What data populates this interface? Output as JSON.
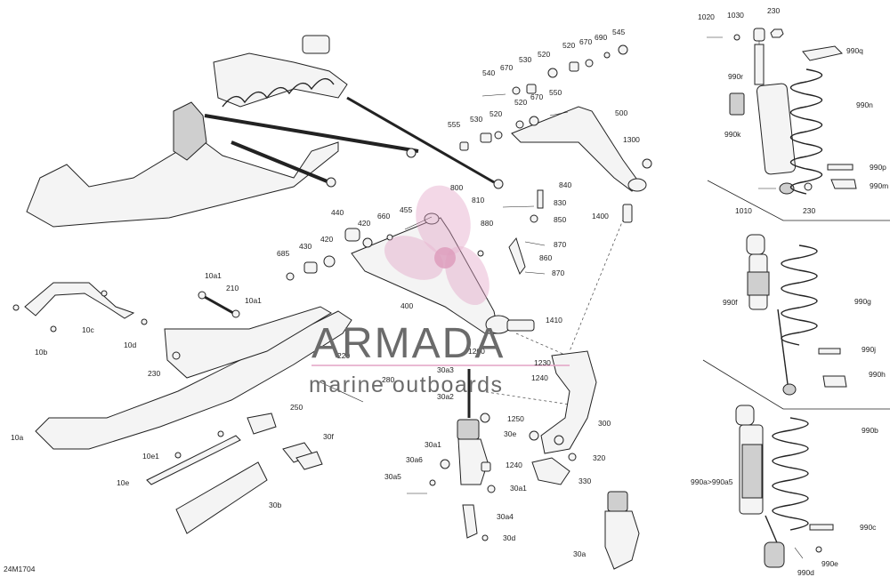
{
  "drawing_code": "24M1704",
  "watermark": {
    "brand": "ARMADA",
    "tagline": "marine outboards",
    "accent_color": "#e3a3c4",
    "text_color": "#6b6b6b"
  },
  "callouts": {
    "c1020": "1020",
    "c1030": "1030",
    "c230a": "230",
    "c990q": "990q",
    "c990r": "990r",
    "c990n": "990n",
    "c990k": "990k",
    "c990p": "990p",
    "c990m": "990m",
    "c1010": "1010",
    "c230b": "230",
    "c990f": "990f",
    "c990g": "990g",
    "c990j": "990j",
    "c990h": "990h",
    "c990b": "990b",
    "c990a": "990a>990a5",
    "c990c": "990c",
    "c990d": "990d",
    "c990e": "990e",
    "c545": "545",
    "c690": "690",
    "c670a": "670",
    "c520a": "520",
    "c530a": "530",
    "c520b": "520",
    "c670b": "670",
    "c540": "540",
    "c550": "550",
    "c670c": "670",
    "c520c": "520",
    "c500": "500",
    "c555": "555",
    "c530b": "530",
    "c520d": "520",
    "c1300": "1300",
    "c800": "800",
    "c810": "810",
    "c840": "840",
    "c830": "830",
    "c850": "850",
    "c1400": "1400",
    "c880": "880",
    "c870a": "870",
    "c860": "860",
    "c870b": "870",
    "c440": "440",
    "c455": "455",
    "c660": "660",
    "c420a": "420",
    "c430": "430",
    "c420b": "420",
    "c685": "685",
    "c400": "400",
    "c1410": "1410",
    "c1200": "1200",
    "c1230": "1230",
    "c1240a": "1240",
    "c220": "220",
    "c280": "280",
    "c30a3": "30a3",
    "c30a2": "30a2",
    "c1250": "1250",
    "c300": "300",
    "c30e": "30e",
    "c30a1a": "30a1",
    "c30a6": "30a6",
    "c1240b": "1240",
    "c30a5": "30a5",
    "c30a1b": "30a1",
    "c30a4": "30a4",
    "c30d": "30d",
    "c30a": "30a",
    "c320": "320",
    "c330": "330",
    "c10a1a": "10a1",
    "c210": "210",
    "c10a1b": "10a1",
    "c10c": "10c",
    "c10b": "10b",
    "c10d": "10d",
    "c230c": "230",
    "c10a": "10a",
    "c250": "250",
    "c30f": "30f",
    "c10e1": "10e1",
    "c10e": "10e",
    "c30b": "30b"
  }
}
